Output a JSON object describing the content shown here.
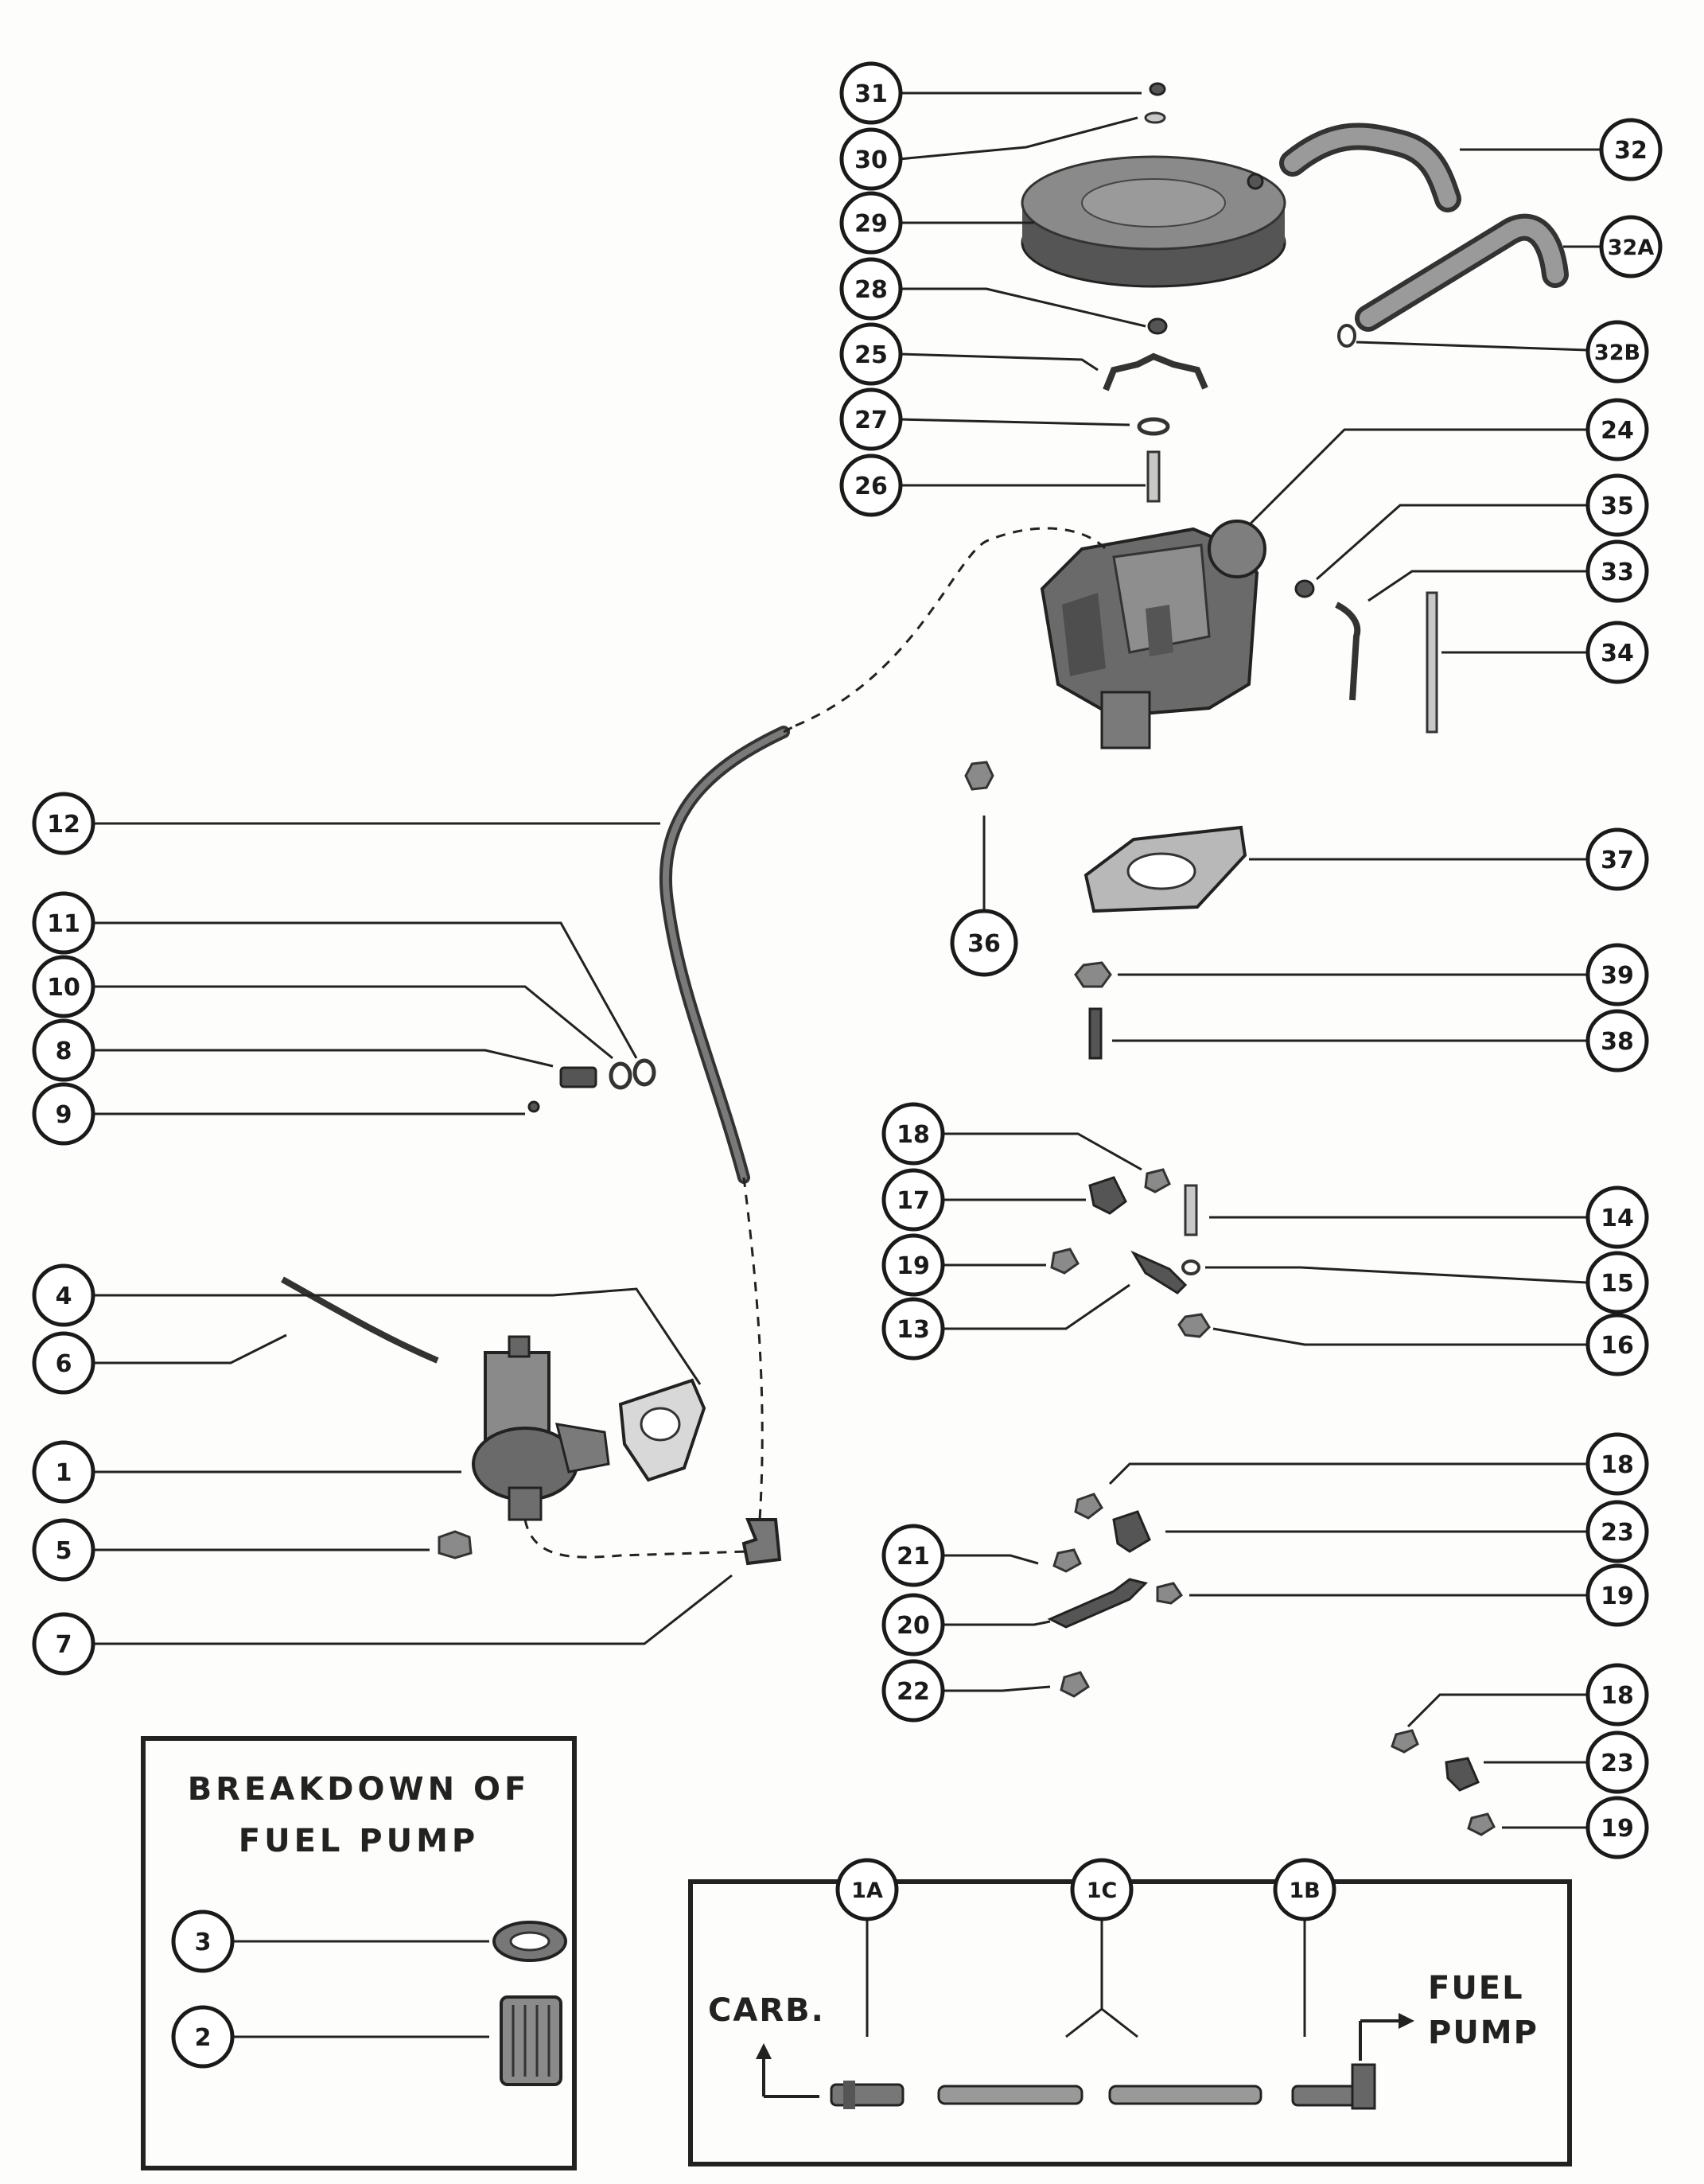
{
  "callouts": [
    {
      "id": "c31",
      "label": "31"
    },
    {
      "id": "c30",
      "label": "30"
    },
    {
      "id": "c29",
      "label": "29"
    },
    {
      "id": "c28",
      "label": "28"
    },
    {
      "id": "c25",
      "label": "25"
    },
    {
      "id": "c27",
      "label": "27"
    },
    {
      "id": "c26",
      "label": "26"
    },
    {
      "id": "c32",
      "label": "32"
    },
    {
      "id": "c32a",
      "label": "32A"
    },
    {
      "id": "c32b",
      "label": "32B"
    },
    {
      "id": "c24",
      "label": "24"
    },
    {
      "id": "c35",
      "label": "35"
    },
    {
      "id": "c33",
      "label": "33"
    },
    {
      "id": "c34",
      "label": "34"
    },
    {
      "id": "c12",
      "label": "12"
    },
    {
      "id": "c11",
      "label": "11"
    },
    {
      "id": "c10",
      "label": "10"
    },
    {
      "id": "c8",
      "label": "8"
    },
    {
      "id": "c9",
      "label": "9"
    },
    {
      "id": "c36",
      "label": "36"
    },
    {
      "id": "c37",
      "label": "37"
    },
    {
      "id": "c39",
      "label": "39"
    },
    {
      "id": "c38",
      "label": "38"
    },
    {
      "id": "c18a",
      "label": "18"
    },
    {
      "id": "c17",
      "label": "17"
    },
    {
      "id": "c19a",
      "label": "19"
    },
    {
      "id": "c13",
      "label": "13"
    },
    {
      "id": "c14",
      "label": "14"
    },
    {
      "id": "c15",
      "label": "15"
    },
    {
      "id": "c16",
      "label": "16"
    },
    {
      "id": "c4",
      "label": "4"
    },
    {
      "id": "c6",
      "label": "6"
    },
    {
      "id": "c1",
      "label": "1"
    },
    {
      "id": "c5",
      "label": "5"
    },
    {
      "id": "c7",
      "label": "7"
    },
    {
      "id": "c18b",
      "label": "18"
    },
    {
      "id": "c23a",
      "label": "23"
    },
    {
      "id": "c19b",
      "label": "19"
    },
    {
      "id": "c21",
      "label": "21"
    },
    {
      "id": "c20",
      "label": "20"
    },
    {
      "id": "c22",
      "label": "22"
    },
    {
      "id": "c18c",
      "label": "18"
    },
    {
      "id": "c23b",
      "label": "23"
    },
    {
      "id": "c19c",
      "label": "19"
    },
    {
      "id": "c3",
      "label": "3"
    },
    {
      "id": "c2",
      "label": "2"
    },
    {
      "id": "c1a",
      "label": "1A"
    },
    {
      "id": "c1c",
      "label": "1C"
    },
    {
      "id": "c1b",
      "label": "1B"
    }
  ],
  "breakdown_box": {
    "line1": "BREAKDOWN OF",
    "line2": "FUEL PUMP"
  },
  "inset": {
    "carb_label": "CARB.",
    "fuel_label_1": "FUEL",
    "fuel_label_2": "PUMP"
  }
}
